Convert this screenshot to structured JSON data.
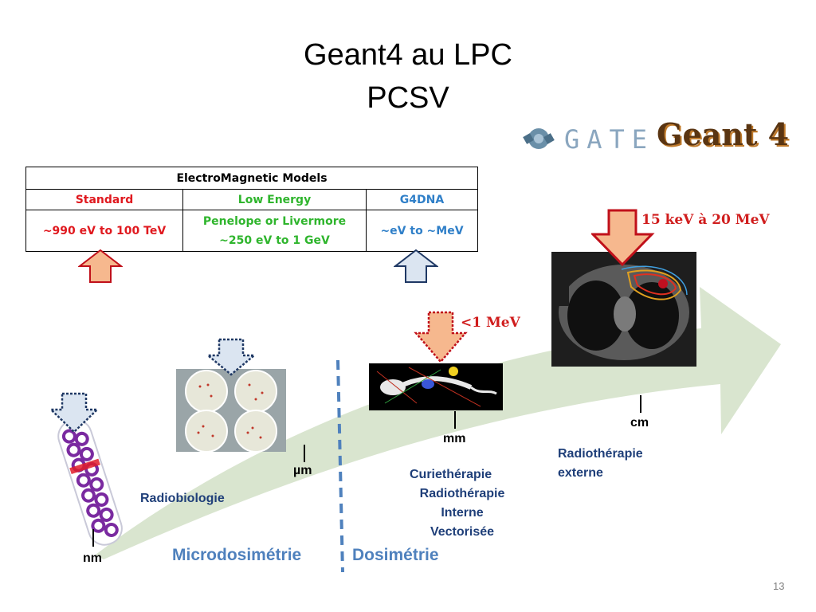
{
  "slide": {
    "title_line1": "Geant4 au LPC",
    "title_line2": "PCSV",
    "page_number": "13"
  },
  "logos": {
    "gate": "GATE",
    "geant4": "Geant 4"
  },
  "em_table": {
    "header": "ElectroMagnetic Models",
    "columns": [
      {
        "name": "Standard",
        "range": "~990 eV to 100 TeV",
        "color": "#e0191f"
      },
      {
        "name": "Low Energy",
        "range_line1": "Penelope or Livermore",
        "range_line2": "~250 eV to 1 GeV",
        "color": "#2fb52d"
      },
      {
        "name": "G4DNA",
        "range": "~eV to ~MeV",
        "color": "#2f7fc8"
      }
    ]
  },
  "energy_labels": {
    "external": "15 keV à 20 MeV",
    "internal": "<1 MeV"
  },
  "scale": {
    "nm": "nm",
    "um": "µm",
    "mm": "mm",
    "cm": "cm"
  },
  "fields": {
    "radiobiologie": "Radiobiologie",
    "curie_line1": "Curiethérapie",
    "curie_line2": "Radiothérapie",
    "curie_line3": "Interne",
    "curie_line4": "Vectorisée",
    "ext_line1": "Radiothérapie",
    "ext_line2": "externe"
  },
  "domains": {
    "micro": "Microdosimétrie",
    "dosi": "Dosimétrie"
  },
  "colors": {
    "arrow_band": "#d9e5cf",
    "field_text": "#1f3f79",
    "domain_text": "#4f81bd",
    "orange_arrow_fill": "#f6b88e",
    "red_outline": "#c0101a",
    "light_blue_fill": "#dbe5f1",
    "navy_outline": "#1f3864"
  }
}
